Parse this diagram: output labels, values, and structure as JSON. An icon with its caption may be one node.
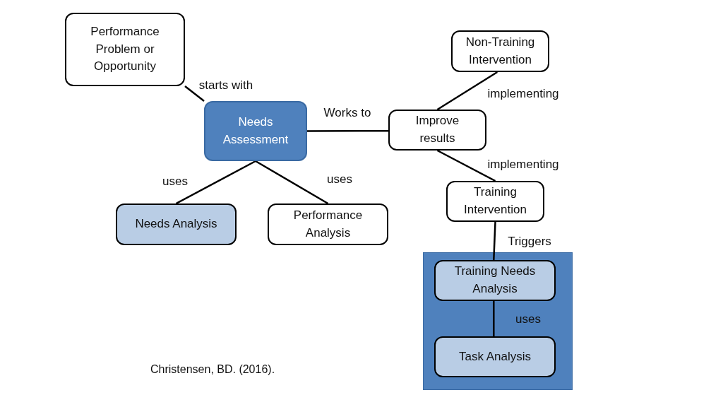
{
  "diagram": {
    "nodes": [
      {
        "text": [
          "Performance Problem or Opportunity"
        ]
      },
      {
        "text": [
          "Needs Assessment"
        ]
      },
      {
        "text": [
          "Needs Analysis"
        ]
      },
      {
        "text": [
          "Performance Analysis"
        ]
      },
      {
        "text": [
          "Non-Training Intervention"
        ]
      },
      {
        "text": [
          "Improve results"
        ]
      },
      {
        "text": [
          "Training Intervention"
        ]
      },
      {
        "text": [],
        "shape": "box"
      },
      {
        "text": [
          "Training Needs Analysis"
        ],
        "in": 7
      },
      {
        "text": [
          "Task Analysis"
        ],
        "in": 7
      }
    ],
    "edges": [
      {
        "from": 0,
        "to": 1,
        "arrow": "none",
        "label": "starts with"
      },
      {
        "from": 1,
        "to": 5,
        "arrow": "none",
        "label": "Works to"
      },
      {
        "from": 1,
        "to": 2,
        "arrow": "none",
        "label": "uses"
      },
      {
        "from": 1,
        "to": 3,
        "arrow": "none",
        "label": "uses"
      },
      {
        "from": 5,
        "to": 4,
        "arrow": "none",
        "label": "implementing"
      },
      {
        "from": 5,
        "to": 6,
        "arrow": "none",
        "label": "implementing"
      },
      {
        "from": 6,
        "to": 8,
        "arrow": "none",
        "label": "Triggers"
      },
      {
        "from": 8,
        "to": 9,
        "arrow": "none",
        "label": "uses"
      }
    ],
    "labels": [
      "Christensen, BD. (2016)."
    ]
  }
}
